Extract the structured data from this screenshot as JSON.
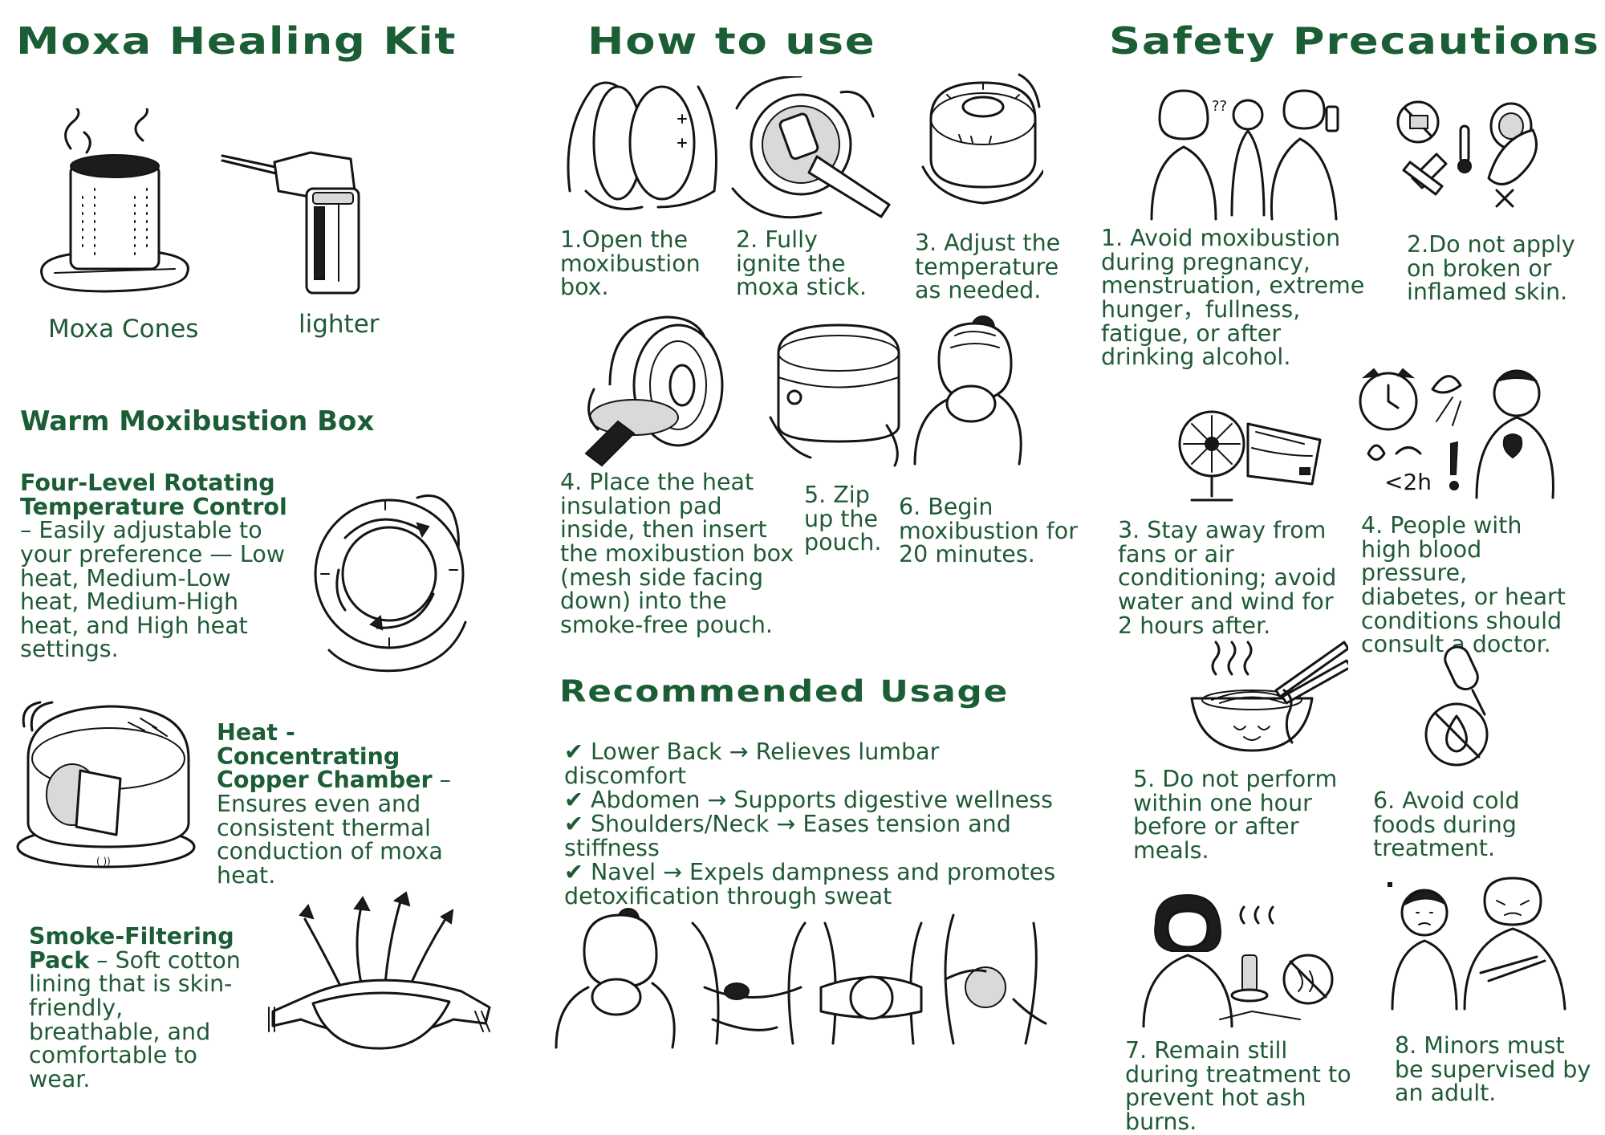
{
  "kit": {
    "title": "Moxa Healing Kit",
    "moxa_cones_caption": "Moxa Cones",
    "lighter_caption": "lighter",
    "box_heading": "Warm Moxibustion Box",
    "feature1_title_a": "Four-Level Rotating",
    "feature1_title_b": "Temperature Control",
    "feature1_text": "Easily adjustable to your preference — Low heat, Medium-Low heat, Medium-High heat, and High heat settings.",
    "feature2_title_a": "Heat - Concentrating",
    "feature2_title_b": "Copper Chamber",
    "feature2_text": "Ensures even and consistent thermal conduction of moxa heat.",
    "feature3_title_a": "Smoke-Filtering",
    "feature3_title_b": "Pack",
    "feature3_text": "Soft cotton lining that is skin-friendly, breathable, and comfortable to wear."
  },
  "howto": {
    "title": "How to use",
    "steps": [
      "1.Open the moxibustion box.",
      "2. Fully ignite the moxa stick.",
      "3. Adjust the temperature as needed.",
      "4. Place the heat insulation pad inside, then insert the moxibustion box (mesh side facing down) into the smoke-free pouch.",
      "5. Zip up the pouch.",
      "6. Begin moxibustion for 20 minutes."
    ]
  },
  "usage": {
    "title": "Recommended Usage",
    "items": [
      "Lower Back → Relieves lumbar discomfort",
      "Abdomen → Supports digestive wellness",
      "Shoulders/Neck → Eases tension and stiffness",
      "Navel → Expels dampness and promotes detoxification through sweat"
    ]
  },
  "safety": {
    "title": "Safety Precautions",
    "items": [
      "1. Avoid moxibustion during pregnancy, menstruation, extreme hunger，fullness, fatigue, or after drinking alcohol.",
      "2.Do not apply on broken or inflamed skin.",
      "3. Stay away from fans or air conditioning; avoid water and wind for 2 hours after.",
      "4. People with high blood pressure, diabetes, or heart conditions should consult a doctor.",
      "5. Do not perform within one hour before or after meals.",
      "6. Avoid cold foods during treatment.",
      "7. Remain still during treatment to prevent hot ash burns.",
      "8. Minors must be supervised by an adult."
    ],
    "doodle_label": "<2h"
  },
  "colors": {
    "heading_green": "#1b5e35",
    "text_green": "#1f5a35",
    "ink": "#141414"
  }
}
